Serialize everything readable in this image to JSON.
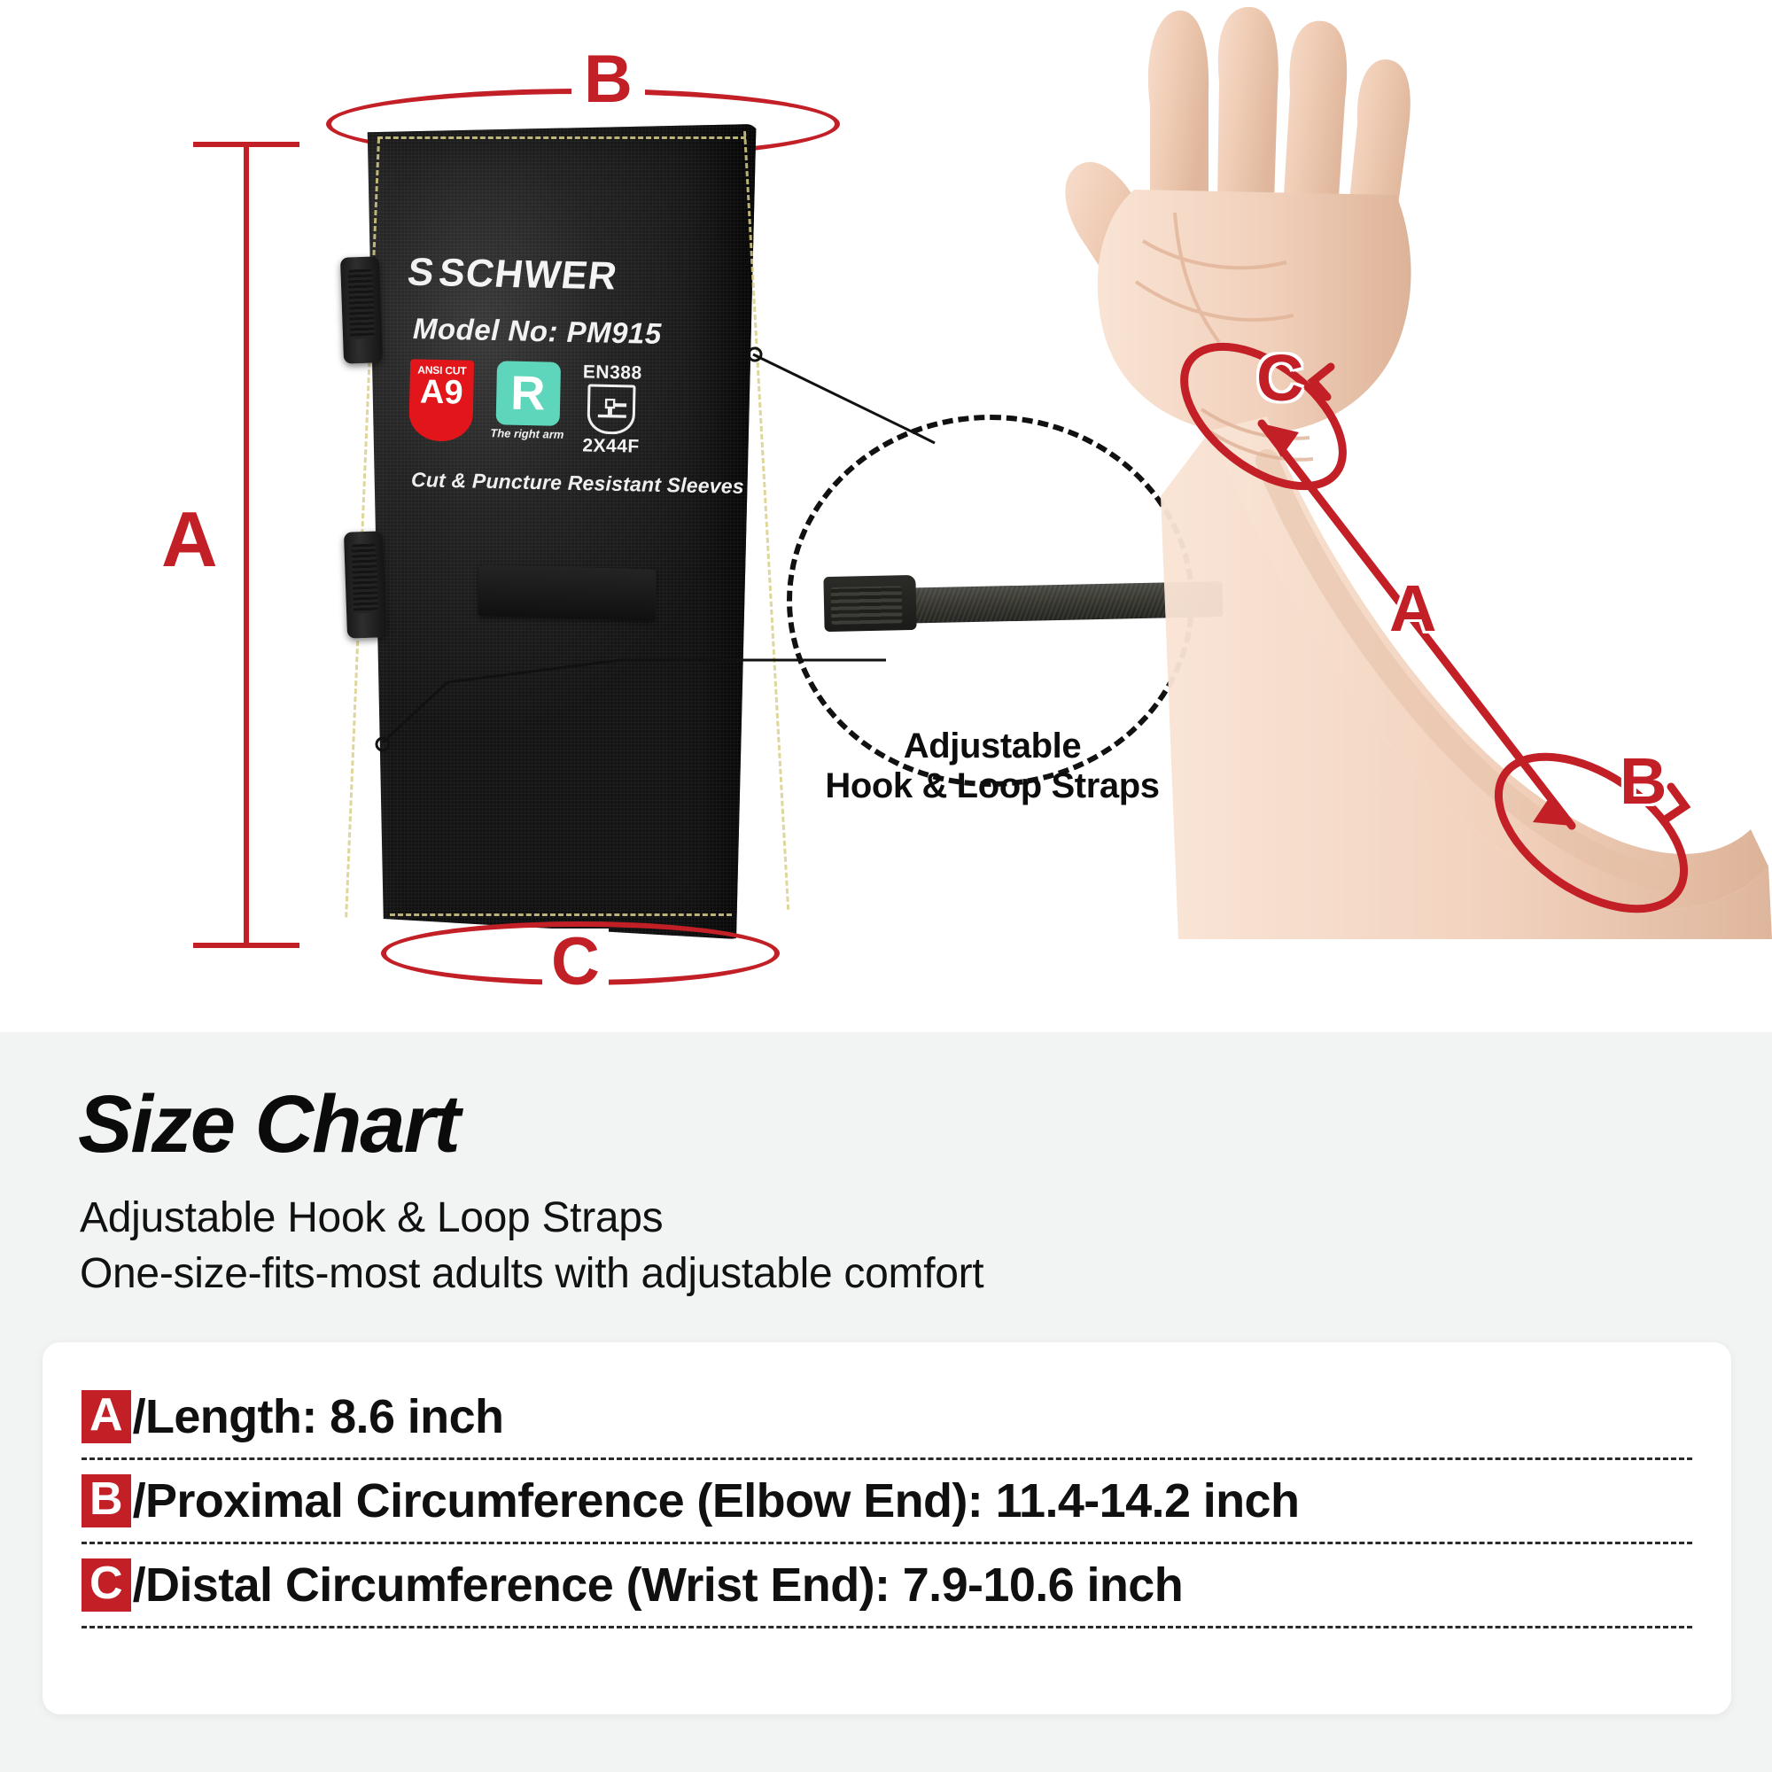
{
  "hero": {
    "dimension_labels": {
      "a_left": "A",
      "b_top": "B",
      "c_bottom": "C"
    },
    "product": {
      "brand": "SCHWER",
      "brand_mark": "S",
      "model": "Model No: PM915",
      "tagline": "Cut & Puncture Resistant Sleeves",
      "badges": {
        "ansi": {
          "caption": "ANSI CUT",
          "level": "A9"
        },
        "arm": {
          "letter": "R",
          "caption": "The right arm"
        },
        "en388": {
          "standard": "EN388",
          "rating": "2X44F",
          "icon": "en388-shield-icon"
        }
      }
    },
    "callout": {
      "line1": "Adjustable",
      "line2": "Hook & Loop Straps"
    },
    "arm_labels": {
      "c": "C",
      "a": "A",
      "b": "B"
    }
  },
  "chart": {
    "title": "Size Chart",
    "subtitle_line1": "Adjustable Hook & Loop Straps",
    "subtitle_line2": "One-size-fits-most adults with adjustable comfort",
    "rows": [
      {
        "key": "A",
        "text": "/Length: 8.6 inch"
      },
      {
        "key": "B",
        "text": "/Proximal Circumference (Elbow End): 11.4-14.2 inch"
      },
      {
        "key": "C",
        "text": "/Distal Circumference (Wrist End): 7.9-10.6 inch"
      }
    ]
  },
  "colors": {
    "accent_red": "#c21f26",
    "badge_red": "#e2161a",
    "badge_teal": "#5ed6bb",
    "panel_bg": "#f2f3f3"
  }
}
